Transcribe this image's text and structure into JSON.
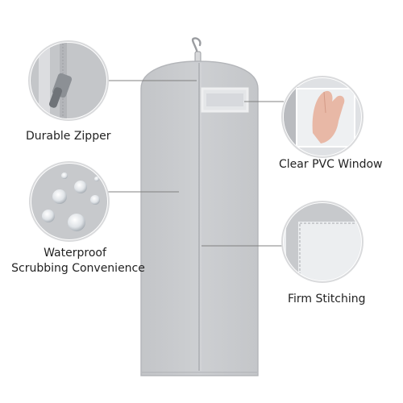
{
  "features": {
    "zipper": {
      "label": "Durable Zipper"
    },
    "window": {
      "label": "Clear PVC Window"
    },
    "waterproof": {
      "line1": "Waterproof",
      "line2": "Scrubbing Convenience"
    },
    "stitching": {
      "label": "Firm Stitching"
    }
  },
  "colors": {
    "bag_fill": "#c9cbce",
    "bag_edge": "#b3b5b9",
    "callout_ring": "#d9dadc",
    "leader_line": "#808080",
    "text": "#222222"
  }
}
